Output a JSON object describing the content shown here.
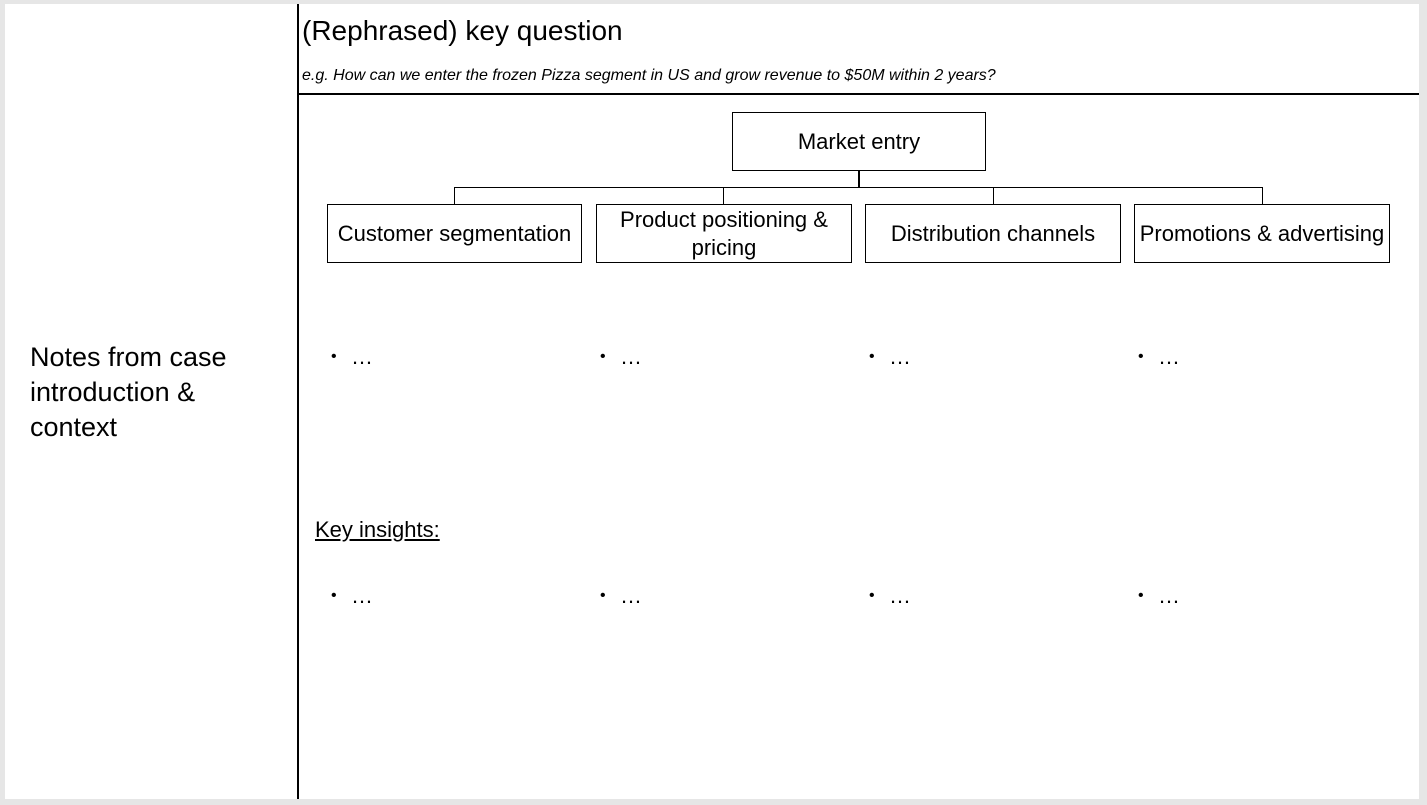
{
  "notes": {
    "label": "Notes from case introduction & context"
  },
  "key_question": {
    "title": "(Rephrased) key question",
    "example": "e.g. How can we enter the frozen Pizza segment in US and grow revenue to $50M within 2 years?"
  },
  "tree": {
    "root": "Market entry",
    "branches": [
      {
        "label": "Customer segmentation",
        "bullet": "…",
        "insight_bullet": "…"
      },
      {
        "label": "Product positioning & pricing",
        "bullet": "…",
        "insight_bullet": "…"
      },
      {
        "label": "Distribution channels",
        "bullet": "…",
        "insight_bullet": "…"
      },
      {
        "label": "Promotions & advertising",
        "bullet": "…",
        "insight_bullet": "…"
      }
    ]
  },
  "insights": {
    "label": "Key insights:"
  },
  "bullet_symbol": "•"
}
